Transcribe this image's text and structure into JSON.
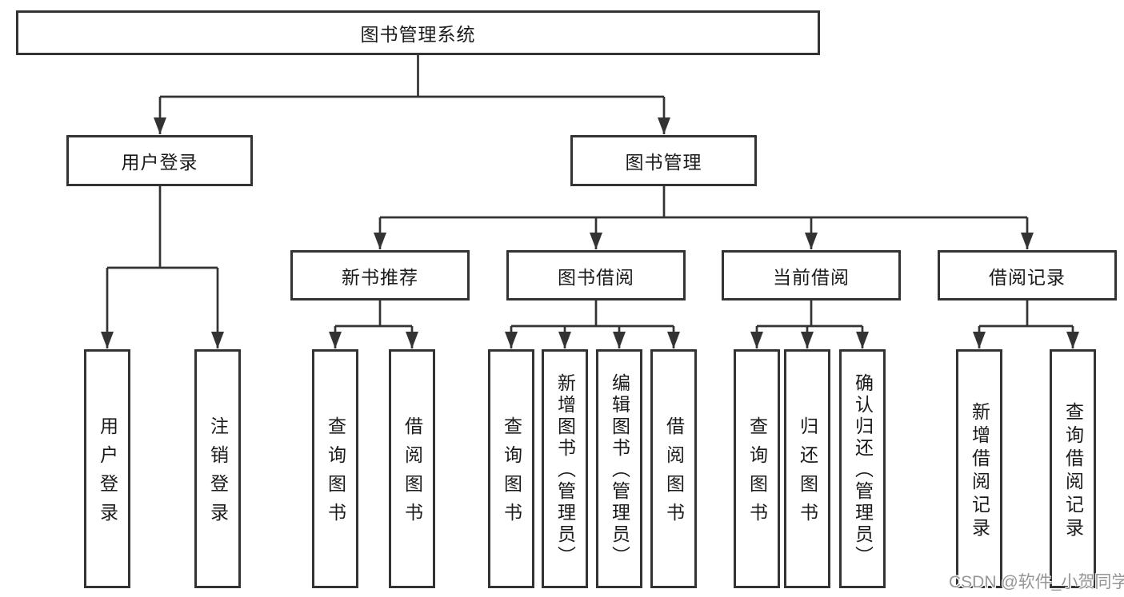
{
  "nodes": {
    "root": {
      "label": "图书管理系统"
    },
    "user_login": {
      "label": "用户登录"
    },
    "book_mgmt": {
      "label": "图书管理"
    },
    "new_book_rec": {
      "label": "新书推荐"
    },
    "book_borrow": {
      "label": "图书借阅"
    },
    "current_borrow": {
      "label": "当前借阅"
    },
    "borrow_records": {
      "label": "借阅记录"
    },
    "leaves": {
      "user_login": {
        "label": "用户登录"
      },
      "logout": {
        "label": "注销登录"
      },
      "query_book_rec": {
        "label": "查询图书"
      },
      "borrow_book_rec": {
        "label": "借阅图书"
      },
      "query_book_borrow": {
        "label": "查询图书"
      },
      "add_book": {
        "label": "新增图书（管理员）"
      },
      "edit_book": {
        "label": "编辑图书（管理员）"
      },
      "borrow_book_borrow": {
        "label": "借阅图书"
      },
      "query_book_current": {
        "label": "查询图书"
      },
      "return_book": {
        "label": "归还图书"
      },
      "confirm_return": {
        "label": "确认归还（管理员）"
      },
      "add_borrow_record": {
        "label": "新增借阅记录"
      },
      "query_borrow_record": {
        "label": "查询借阅记录"
      }
    }
  },
  "watermark": {
    "text": "CSDN @软件_小贺同学"
  },
  "colors": {
    "line": "#333333",
    "text": "#1a1a1a",
    "background": "#ffffff",
    "watermark_text": "#969696"
  }
}
